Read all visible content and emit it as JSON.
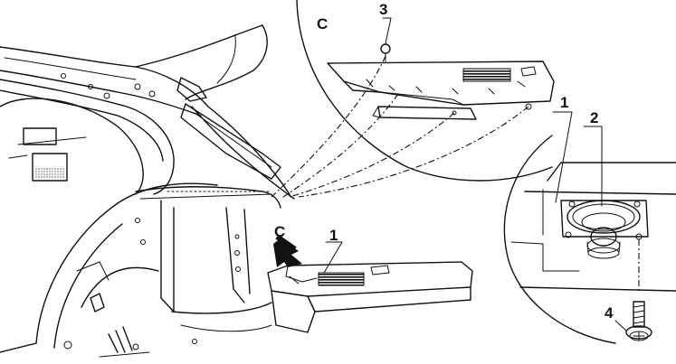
{
  "labels": {
    "view_c_top": "C",
    "view_c_arrow": "C",
    "part_1_cover": "1",
    "part_1_speaker": "1",
    "part_2": "2",
    "part_3": "3",
    "part_4": "4"
  },
  "colors": {
    "ink": "#111111",
    "paper": "#ffffff"
  }
}
